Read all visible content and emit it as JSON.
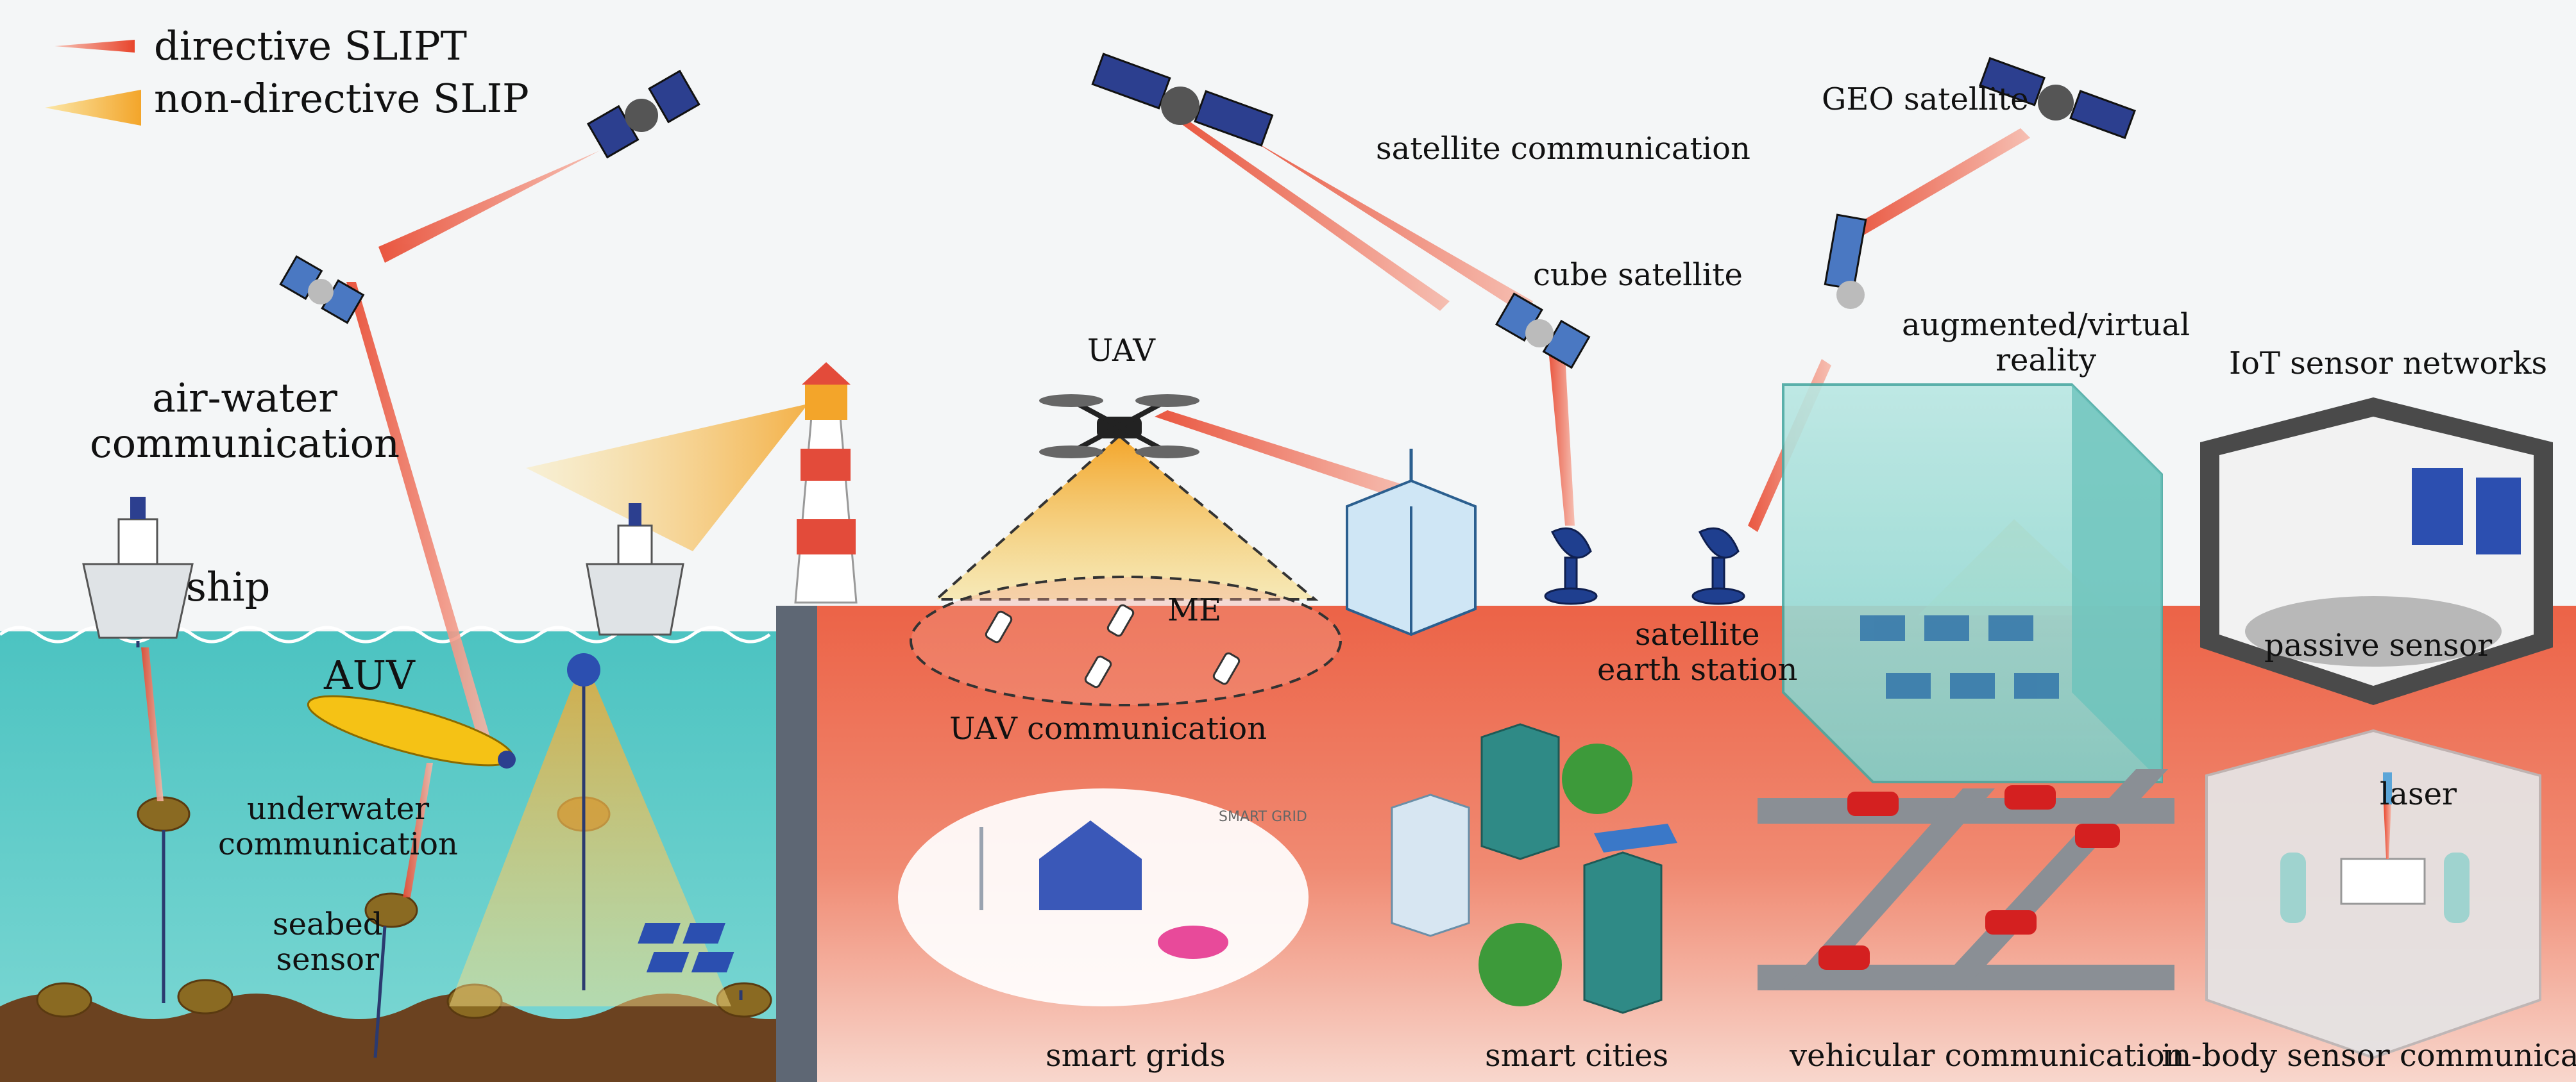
{
  "legend": {
    "directive": "directive SLIPT",
    "non_directive": "non-directive SLIP"
  },
  "labels": {
    "air_water": "air-water\ncommunication",
    "ship": "ship",
    "auv": "AUV",
    "underwater": "underwater\ncommunication",
    "seabed": "seabed\nsensor",
    "uav": "UAV",
    "me": "ME",
    "uav_comm": "UAV communication",
    "satellite_comm": "satellite communication",
    "cube_sat": "cube satellite",
    "geo_sat": "GEO satellite",
    "earth_station": "satellite\nearth station",
    "ar_vr": "augmented/virtual\nreality",
    "iot": "IoT sensor networks",
    "passive": "passive sensor",
    "laser": "laser",
    "smart_grids": "smart grids",
    "smart_cities": "smart cities",
    "vehicular": "vehicular communication",
    "in_body": "in-body sensor communication",
    "smart_grid_sign": "SMART GRID"
  },
  "colors": {
    "sky": "#f4f6f7",
    "sea": "#59ccc8",
    "land": "#ee6e55",
    "seabed": "#6b4220",
    "directive_beam": "#e8452c",
    "non_directive_beam": "#f5b533"
  }
}
